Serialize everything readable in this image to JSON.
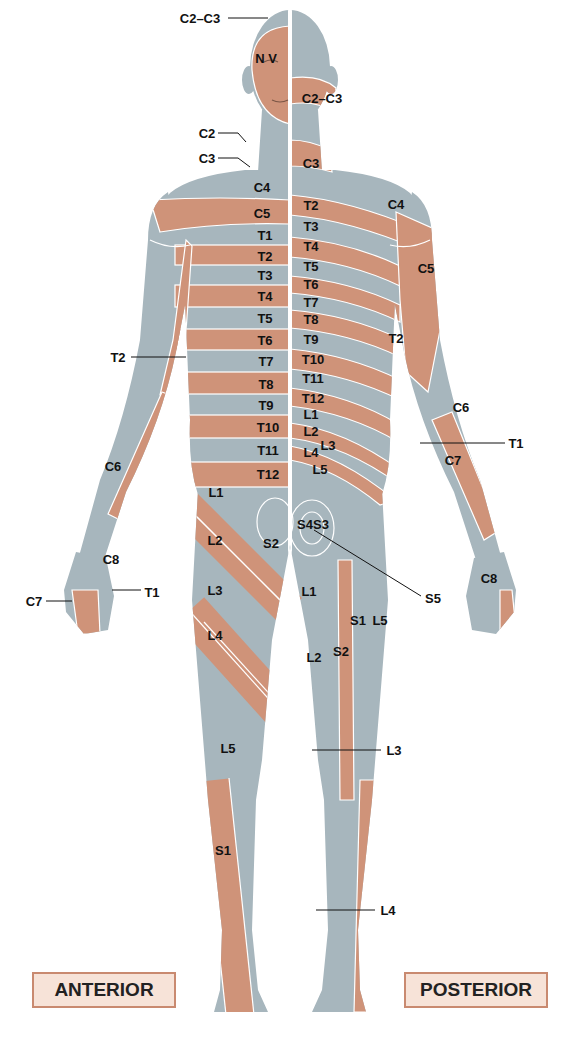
{
  "diagram": {
    "nodes": [
      {
        "text": [
          "ANTERIOR"
        ]
      },
      {
        "text": [
          "POSTERIOR"
        ]
      }
    ],
    "labels": [
      "C2–C3",
      "N V",
      "C2–C3",
      "C2",
      "C3",
      "C3",
      "C4",
      "C4",
      "C5",
      "T2",
      "T1",
      "T3",
      "T2",
      "T4",
      "T3",
      "T5",
      "C5",
      "T4",
      "T6",
      "T7",
      "T5",
      "T8",
      "T6",
      "T9",
      "T2",
      "T2",
      "T7",
      "T10",
      "T11",
      "T8",
      "T12",
      "T9",
      "C6",
      "L1",
      "T10",
      "L2",
      "L3",
      "T1",
      "T11",
      "L4",
      "C7",
      "C6",
      "L5",
      "T12",
      "L1",
      "S4",
      "S3",
      "L2",
      "S2",
      "C8",
      "C8",
      "L1",
      "T1",
      "S5",
      "C7",
      "L3",
      "S1",
      "L5",
      "L2",
      "S2",
      "L4",
      "L5",
      "L3",
      "S1",
      "L4"
    ]
  }
}
